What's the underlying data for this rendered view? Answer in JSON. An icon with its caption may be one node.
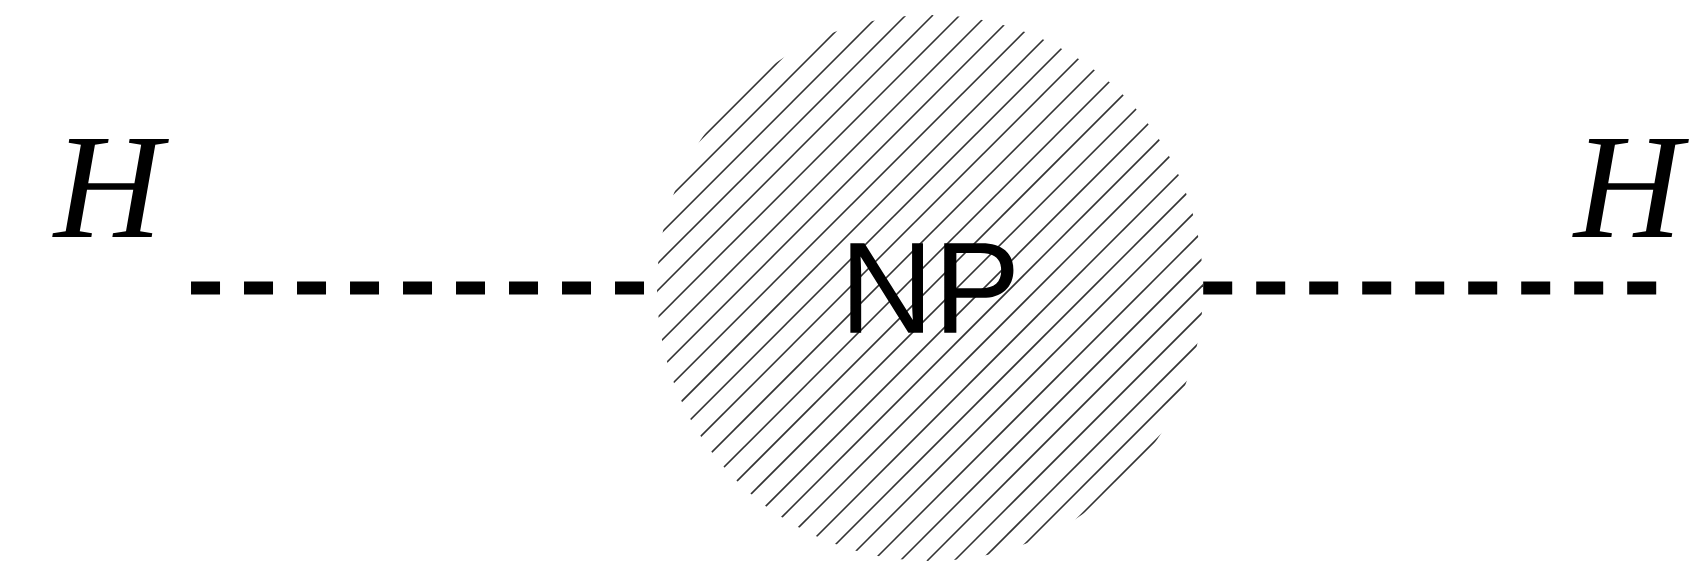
{
  "diagram": {
    "nodes": [
      {
        "text": [
          "H"
        ]
      },
      {
        "text": [
          "NP"
        ]
      },
      {
        "text": [
          "H"
        ]
      }
    ],
    "edges": [
      {
        "from": 0,
        "to": 1,
        "arrow": "none",
        "style": "dashed"
      },
      {
        "from": 1,
        "to": 2,
        "arrow": "none",
        "style": "dashed"
      }
    ]
  }
}
